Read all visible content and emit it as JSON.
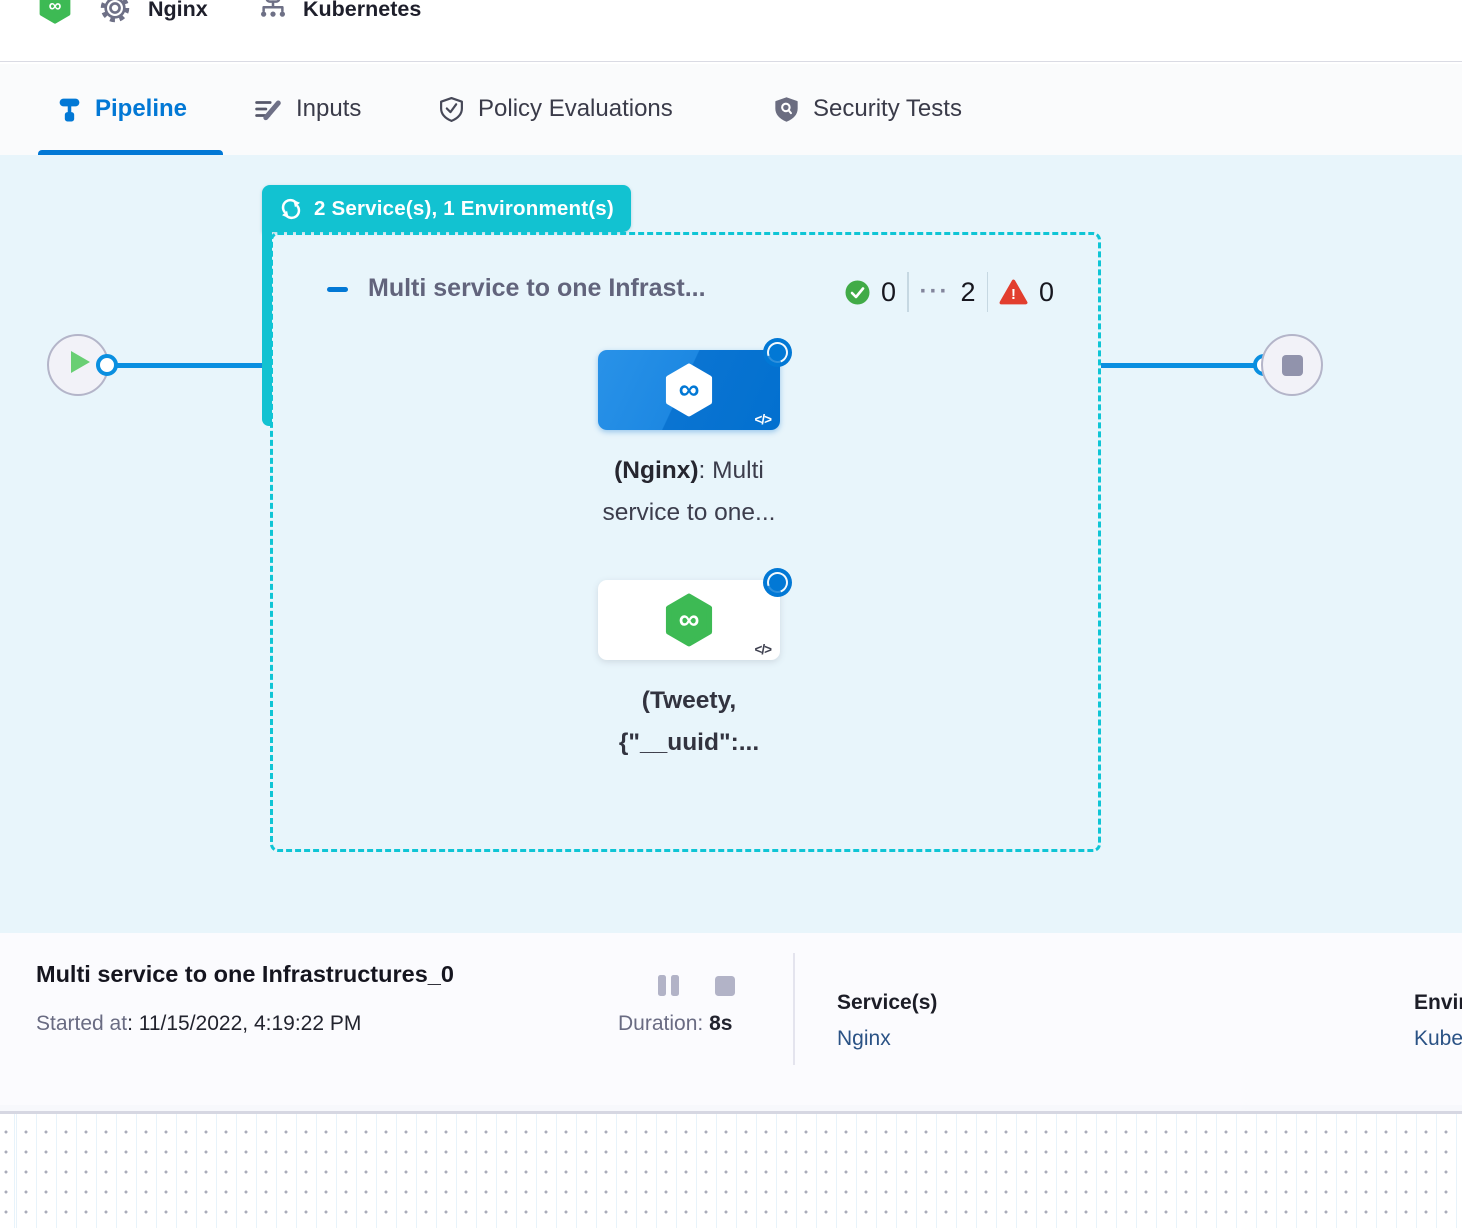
{
  "header": {
    "service_name": "Nginx",
    "environment_name": "Kubernetes"
  },
  "tabs": {
    "pipeline": "Pipeline",
    "inputs": "Inputs",
    "policy_evaluations": "Policy Evaluations",
    "security_tests": "Security Tests"
  },
  "canvas": {
    "stage_badge": "2 Service(s), 1 Environment(s)",
    "stage_title": "Multi service to one Infrast...",
    "status": {
      "success_count": "0",
      "pending_dots": "···",
      "pending_count": "2",
      "failed_count": "0"
    },
    "node_nginx": {
      "name_bold": "(Nginx)",
      "name_rest": ": Multi",
      "line2": "service to one...",
      "code_glyph": "</>"
    },
    "node_tweety": {
      "line1": "(Tweety,",
      "line2": "{\"__uuid\":...",
      "code_glyph": "</>"
    }
  },
  "footer": {
    "title": "Multi service to one Infrastructures_0",
    "started_label": "Started at",
    "started_value": ": 11/15/2022, 4:19:22 PM",
    "duration_label": "Duration:",
    "duration_value": "8s",
    "services_label": "Service(s)",
    "services_value": "Nginx",
    "environments_label": "Environment(s)",
    "environments_value": "Kubernetes"
  },
  "colors": {
    "accent_blue": "#0278d5",
    "stage_teal": "#12c2d1",
    "canvas_bg": "#e8f5fb",
    "success_green": "#41ab47",
    "error_red": "#e23e2e",
    "node_green": "#3dba54",
    "link_navy": "#2a5285"
  }
}
